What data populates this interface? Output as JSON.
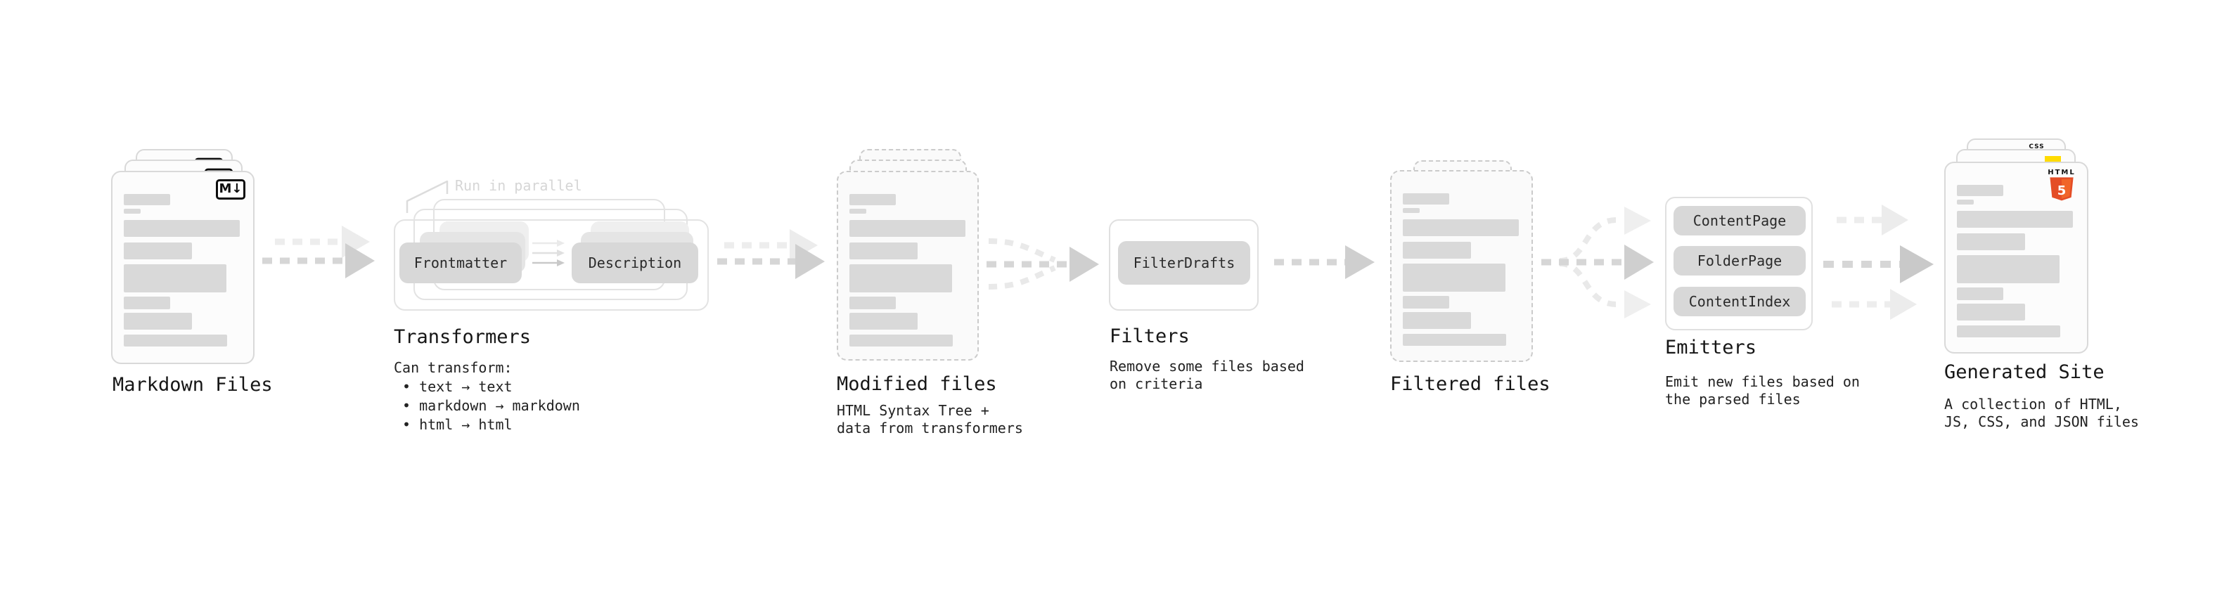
{
  "markdown": {
    "label": "Markdown Files",
    "badge": "M↓"
  },
  "transformers": {
    "label": "Transformers",
    "note": "Run in parallel",
    "pill_left": "Frontmatter",
    "pill_right": "Description",
    "desc_title": "Can transform:",
    "bullets": [
      "• text → text",
      "• markdown → markdown",
      "• html → html"
    ]
  },
  "modified": {
    "label": "Modified files",
    "desc": "HTML Syntax Tree +\ndata from transformers"
  },
  "filters": {
    "label": "Filters",
    "pill": "FilterDrafts",
    "desc": "Remove some files based\non criteria"
  },
  "filtered": {
    "label": "Filtered files"
  },
  "emitters": {
    "label": "Emitters",
    "pills": [
      "ContentPage",
      "FolderPage",
      "ContentIndex"
    ],
    "desc": "Emit new files based on\nthe parsed files"
  },
  "generated": {
    "label": "Generated Site",
    "badge_css": "CSS",
    "badge_html": "HTML",
    "badge_html_num": "5",
    "desc": "A collection of HTML,\nJS, CSS, and JSON files"
  },
  "colors": {
    "bar_gray": "#d9d9d9",
    "pill_gray": "#d8d8d8",
    "arrow_dark": "#d6d6d6",
    "arrow_light": "#ededed",
    "css_blue": "#2962ff",
    "js_yellow": "#ffdb00",
    "html_orange": "#e44d26",
    "html_orange_light": "#f16529"
  }
}
